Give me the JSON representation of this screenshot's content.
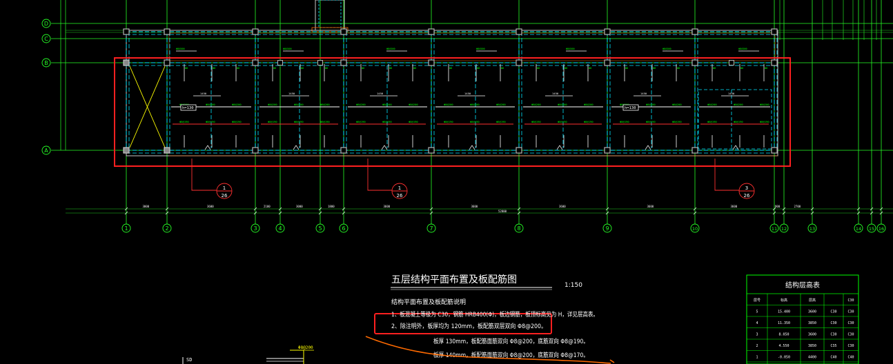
{
  "colors": {
    "background": "#000000",
    "grid": "#26ff26",
    "beam": "#00e6ff",
    "wall": "#c8c8c8",
    "column": "#b4b4b4",
    "rebar": "#ffffff",
    "rebar_label": "#00ff00",
    "highlight": "#ff2020",
    "brace": "#ffff00",
    "callout": "#ff3030",
    "orange_stroke": "#ff6a00",
    "text": "#ffffff",
    "table_line": "#00ff00"
  },
  "row_axes": [
    "D",
    "C",
    "B",
    "A"
  ],
  "column_axes": [
    "1",
    "2",
    "3",
    "4",
    "5",
    "6",
    "7",
    "8",
    "9",
    "10",
    "11",
    "12",
    "13",
    "14",
    "15",
    "16"
  ],
  "section_callouts": [
    {
      "top": "1",
      "bottom": "26"
    },
    {
      "top": "1",
      "bottom": "26"
    },
    {
      "top": "3",
      "bottom": "26"
    }
  ],
  "notes": {
    "title": "五层结构平面布置及板配筋图",
    "scale": "1:150",
    "heading": "结构平面布置及板配筋说明",
    "line1": "1、板混凝土等级为 C30，钢筋 HRB400(Φ)，板边钢筋，板顶标高见为 H，详见层高表。",
    "line2": "2、除注明外，板厚均为 120mm，板配筋双层双向 Φ8@200。",
    "line3": "板厚 130mm，板配筋面筋双向 Φ8@200，底筋双向 Φ8@190。",
    "line4": "板厚 140mm，板配筋面筋双向 Φ8@200，底筋双向 Φ8@170。"
  },
  "floor_table": {
    "title": "结构层高表",
    "rows": [
      [
        "层号",
        "标高",
        "层高",
        "",
        "C30"
      ],
      [
        "5",
        "15.400",
        "3600",
        "C30",
        "C30"
      ],
      [
        "4",
        "11.350",
        "3850",
        "C30",
        "C30"
      ],
      [
        "3",
        "8.050",
        "3600",
        "C30",
        "C30"
      ],
      [
        "2",
        "4.550",
        "3850",
        "C35",
        "C30"
      ],
      [
        "1",
        "-0.050",
        "4400",
        "C40",
        "C40"
      ]
    ]
  },
  "plan_labels": {
    "slab_tag_left": "h=130",
    "slab_tag_right": "h=130",
    "detail_label": "Φ8@200",
    "section_mark": "SD"
  }
}
